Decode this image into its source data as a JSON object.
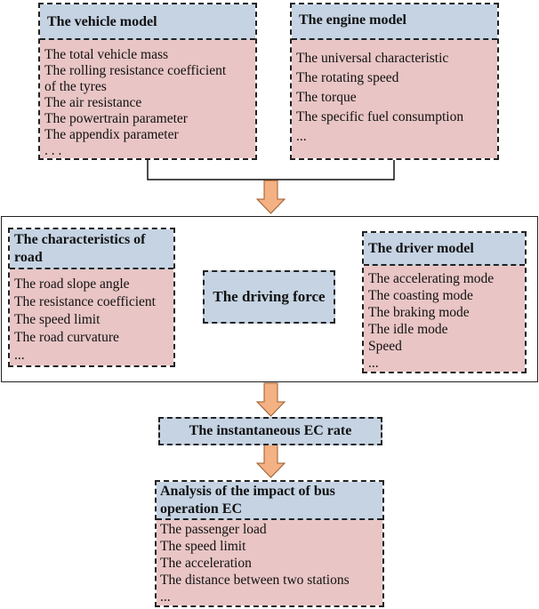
{
  "vehicle_model": {
    "title": "The vehicle model",
    "items": [
      "The total vehicle mass",
      "The rolling resistance coefficient",
      "of the tyres",
      "The air resistance",
      "The powertrain parameter",
      "The appendix parameter",
      ". . ."
    ]
  },
  "engine_model": {
    "title": "The engine model",
    "items": [
      "The  universal characteristic",
      "The rotating speed",
      "The torque",
      "The specific fuel consumption",
      "..."
    ]
  },
  "road": {
    "title_lines": [
      "The characteristics of",
      "road"
    ],
    "items": [
      "The  road slope angle",
      "The resistance coefficient",
      "The speed limit",
      "The road curvature",
      "..."
    ]
  },
  "driving_force": {
    "label": "The driving force"
  },
  "driver_model": {
    "title": "The driver model",
    "items": [
      "The accelerating mode",
      "The coasting mode",
      "The braking mode",
      "The idle mode",
      "Speed",
      "..."
    ]
  },
  "ec_rate": {
    "label": "The instantaneous EC rate"
  },
  "analysis": {
    "title_lines": [
      "Analysis of the impact of bus",
      "operation EC"
    ],
    "items": [
      "The passenger load",
      "The speed limit",
      "The acceleration",
      "The distance between two stations",
      "..."
    ]
  },
  "colors": {
    "header": "#c5d3e3",
    "body": "#e9c5c5",
    "arrow": "#f4b183"
  }
}
